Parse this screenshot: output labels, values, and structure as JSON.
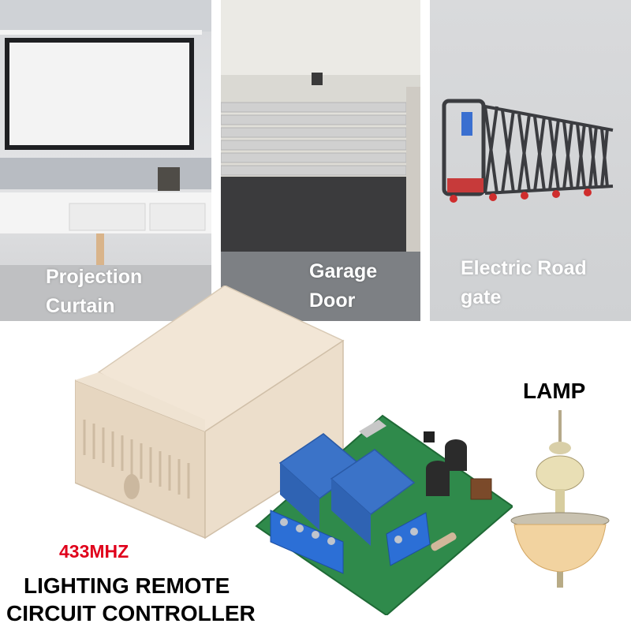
{
  "panels": [
    {
      "label_lines": [
        "Projection",
        "Curtain"
      ]
    },
    {
      "label_lines": [
        "Garage",
        "Door"
      ]
    },
    {
      "label_lines": [
        "Electric Road",
        "gate"
      ]
    }
  ],
  "lamp_label": "LAMP",
  "frequency_label": "433MHZ",
  "title_lines": [
    "LIGHTING REMOTE",
    "CIRCUIT CONTROLLER"
  ],
  "colors": {
    "frequency_text": "#e0001b",
    "title_text": "#000000",
    "enclosure": "#eee1cf",
    "relay": "#3b73c8",
    "pcb": "#2f8a4b",
    "terminal": "#2c6fd6"
  },
  "icons": [
    "projection-screen-icon",
    "garage-door-icon",
    "road-gate-icon",
    "enclosure-box-icon",
    "relay-board-icon",
    "lamp-icon"
  ]
}
